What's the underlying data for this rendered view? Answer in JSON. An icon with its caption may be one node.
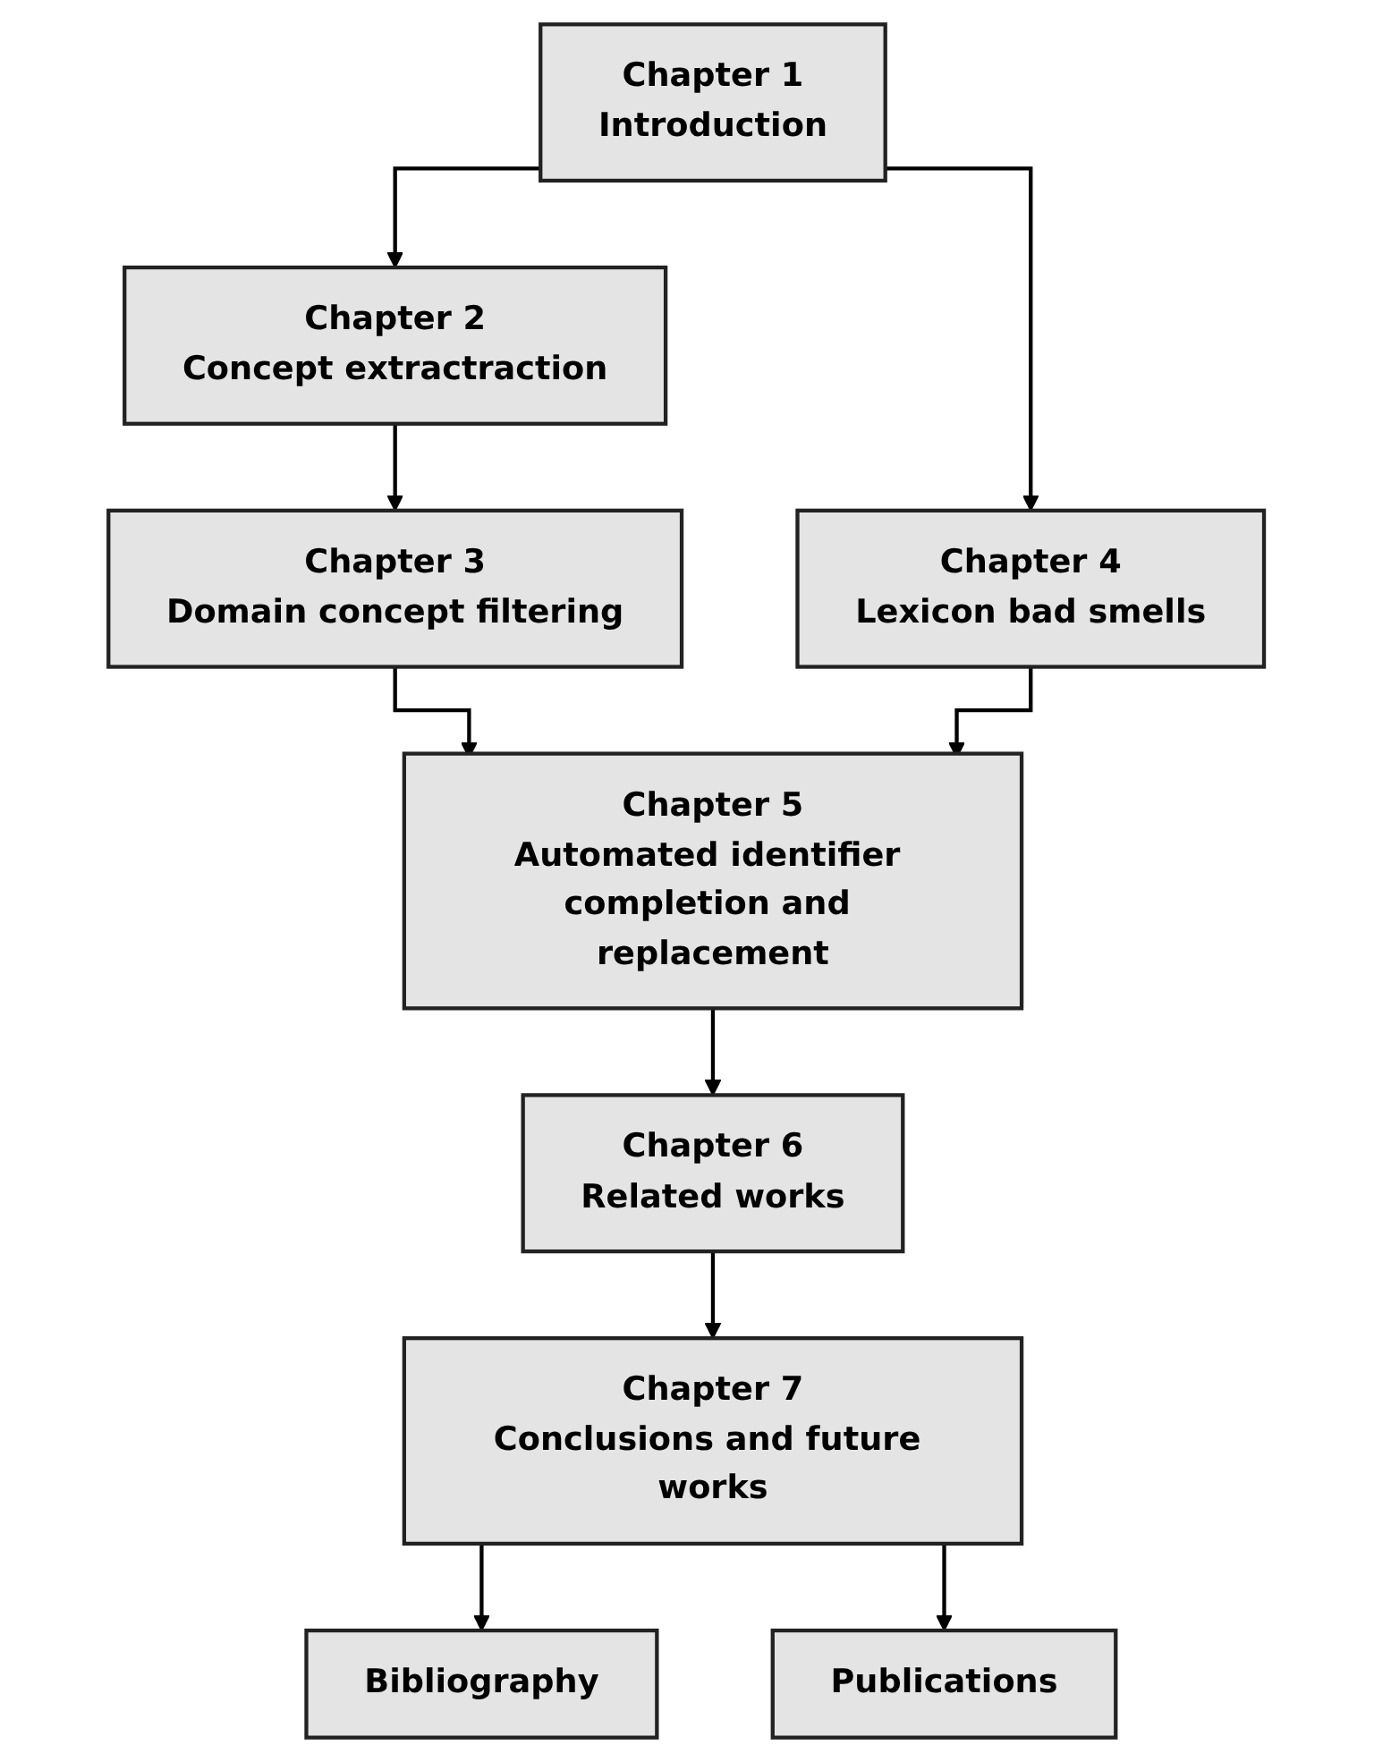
{
  "diagram": {
    "nodes": [
      {
        "text": [
          "Chapter 1",
          "Introduction"
        ]
      },
      {
        "text": [
          "Chapter 2",
          "Concept extractraction"
        ]
      },
      {
        "text": [
          "Chapter 3",
          "Domain concept filtering"
        ]
      },
      {
        "text": [
          "Chapter 4",
          "Lexicon bad smells"
        ]
      },
      {
        "text": [
          "Chapter 5",
          "Automated identifier completion and replacement"
        ]
      },
      {
        "text": [
          "Chapter 6",
          "Related works"
        ]
      },
      {
        "text": [
          "Chapter 7",
          "Conclusions and future works"
        ]
      },
      {
        "text": [
          "Bibliography"
        ]
      },
      {
        "text": [
          "Publications"
        ]
      }
    ],
    "edges": [
      {
        "from": 0,
        "to": 1,
        "arrow": "to"
      },
      {
        "from": 0,
        "to": 3,
        "arrow": "to"
      },
      {
        "from": 1,
        "to": 2,
        "arrow": "to"
      },
      {
        "from": 2,
        "to": 4,
        "arrow": "to"
      },
      {
        "from": 3,
        "to": 4,
        "arrow": "to"
      },
      {
        "from": 4,
        "to": 5,
        "arrow": "to"
      },
      {
        "from": 5,
        "to": 6,
        "arrow": "to"
      },
      {
        "from": 6,
        "to": 7,
        "arrow": "to"
      },
      {
        "from": 6,
        "to": 8,
        "arrow": "to"
      }
    ]
  }
}
